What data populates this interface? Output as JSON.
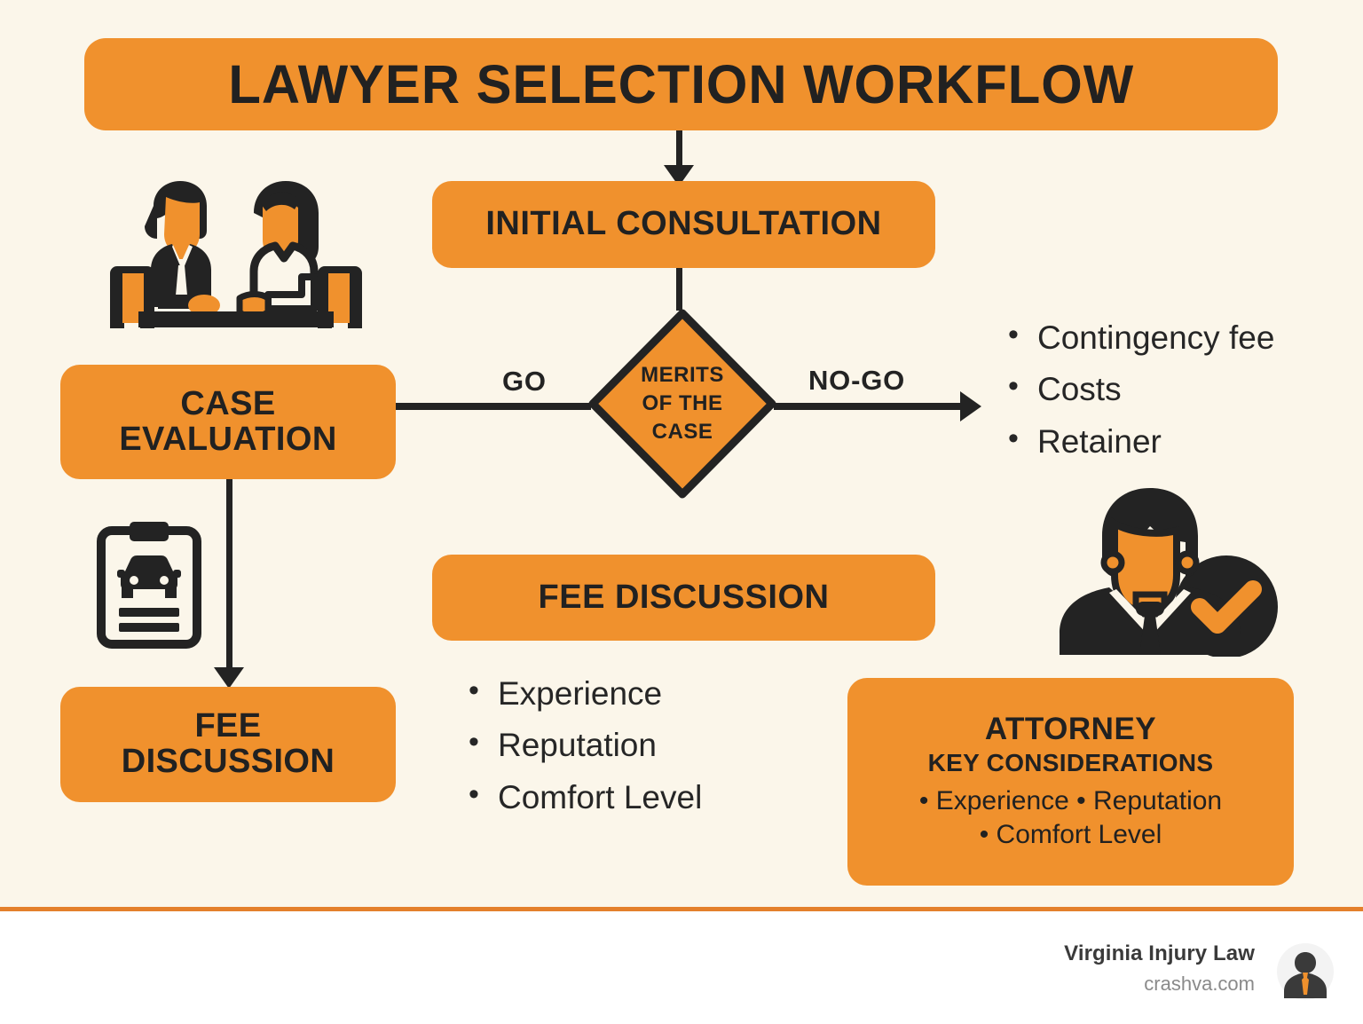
{
  "theme": {
    "background": "#FBF6EA",
    "accent_orange": "#F0912D",
    "divider_orange": "#E4802B",
    "dark": "#232323",
    "footer_background": "#FFFFFF"
  },
  "header": {
    "title": "LAWYER SELECTION WORKFLOW"
  },
  "flow": {
    "initial_consultation": "INITIAL CONSULTATION",
    "case_evaluation": "CASE\nEVALUATION",
    "case_evaluation_line1": "CASE",
    "case_evaluation_line2": "EVALUATION",
    "decision": {
      "line1": "MERITS",
      "line2": "OF THE",
      "line3": "CASE"
    },
    "edge_labels": {
      "go": "GO",
      "no_go": "NO-GO"
    },
    "fee_discussion_left_line1": "FEE",
    "fee_discussion_left_line2": "DISCUSSION",
    "fee_discussion_mid": "FEE DISCUSSION"
  },
  "fee_items": [
    "Contingency fee",
    "Costs",
    "Retainer"
  ],
  "criteria_items": [
    "Experience",
    "Reputation",
    "Comfort Level"
  ],
  "attorney_card": {
    "title": "ATTORNEY",
    "subtitle": "KEY CONSIDERATIONS",
    "row1": "• Experience • Reputation",
    "row2": "• Comfort Level"
  },
  "icons": {
    "consultation": "two-people-meeting-icon",
    "clipboard": "clipboard-car-report-icon",
    "attorney": "attorney-check-badge-icon",
    "footer_logo": "person-tie-avatar-icon"
  },
  "footer": {
    "brand": "Virginia Injury Law",
    "url": "crashva.com"
  }
}
